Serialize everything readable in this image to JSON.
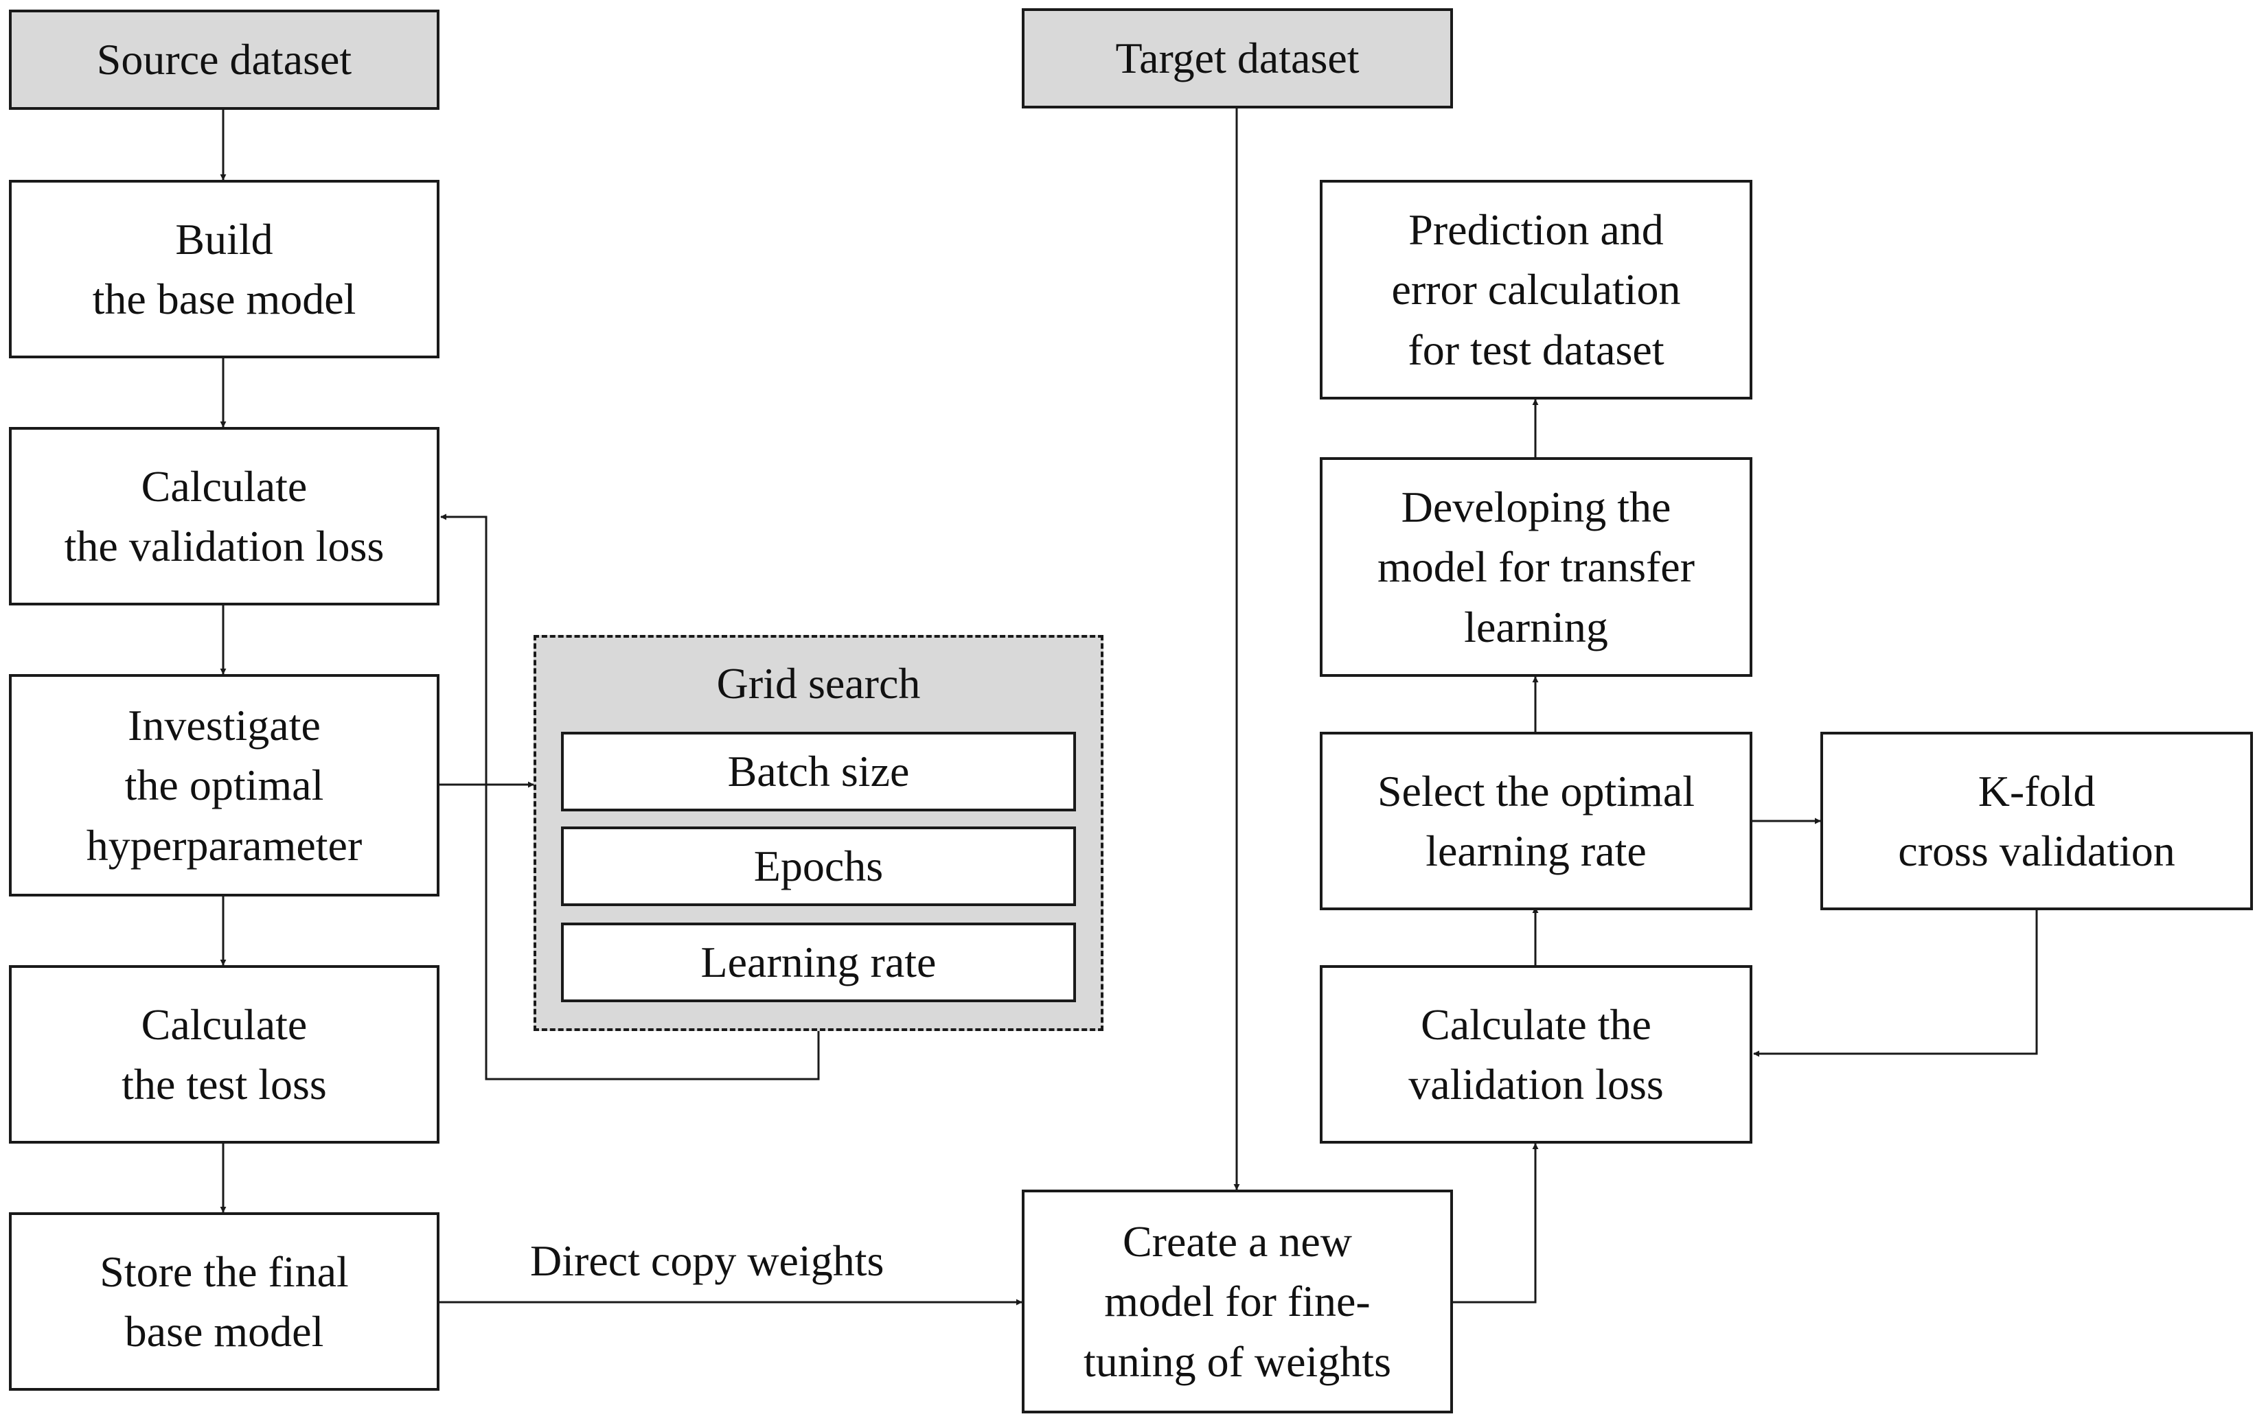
{
  "nodes": {
    "source_dataset": "Source dataset",
    "build_base_model": "Build\nthe base  model",
    "calc_validation_loss_left": "Calculate\nthe validation loss",
    "investigate_hyperparameter": "Investigate\nthe optimal\nhyperparameter",
    "calc_test_loss": "Calculate\nthe test loss",
    "store_final_model": "Store the final\nbase model",
    "target_dataset": "Target dataset",
    "create_new_model": "Create a new\nmodel for fine-\ntuning of weights",
    "calc_validation_loss_right": "Calculate the\nvalidation loss",
    "select_learning_rate": "Select the optimal\nlearning rate",
    "kfold": "K-fold\ncross validation",
    "develop_transfer_model": "Developing the\nmodel for transfer\nlearning",
    "prediction_error": "Prediction and\nerror calculation\nfor test dataset"
  },
  "grid_search": {
    "title": "Grid search",
    "items": [
      "Batch size",
      "Epochs",
      "Learning rate"
    ]
  },
  "edge_labels": {
    "copy_weights": "Direct copy weights"
  }
}
